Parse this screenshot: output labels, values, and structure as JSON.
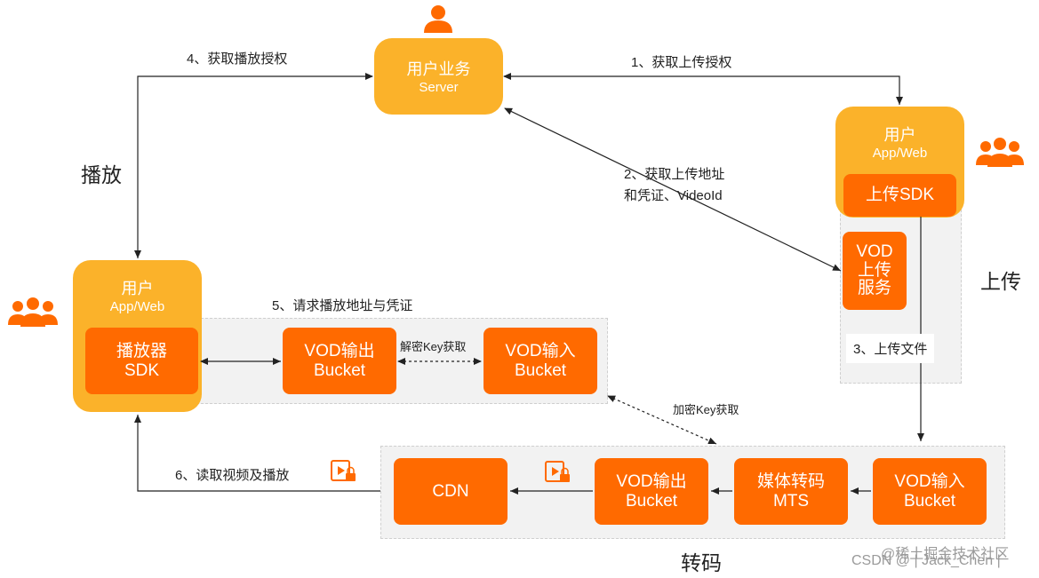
{
  "server": {
    "line1": "用户业务",
    "line2": "Server"
  },
  "uploader": {
    "line1": "用户",
    "line2": "App/Web",
    "sdk": "上传SDK"
  },
  "player_user": {
    "line1": "用户",
    "line2": "App/Web"
  },
  "vod_upload_service": {
    "line1": "VOD",
    "line2": "上传",
    "line3": "服务"
  },
  "player_sdk": {
    "line1": "播放器",
    "line2": "SDK"
  },
  "upper_vod_out": {
    "line1": "VOD输出",
    "line2": "Bucket"
  },
  "upper_vod_in": {
    "line1": "VOD输入",
    "line2": "Bucket"
  },
  "cdn": {
    "label": "CDN"
  },
  "lower_vod_out": {
    "line1": "VOD输出",
    "line2": "Bucket"
  },
  "mts": {
    "line1": "媒体转码",
    "line2": "MTS"
  },
  "lower_vod_in": {
    "line1": "VOD输入",
    "line2": "Bucket"
  },
  "steps": {
    "s1": "1、获取上传授权",
    "s2a": "2、获取上传地址",
    "s2b": "和凭证、VideoId",
    "s3": "3、上传文件",
    "s4": "4、获取播放授权",
    "s5": "5、请求播放地址与凭证",
    "s6": "6、读取视频及播放"
  },
  "labels": {
    "decrypt_key": "解密Key获取",
    "encrypt_key": "加密Key获取",
    "play": "播放",
    "upload": "上传",
    "transcode": "转码"
  },
  "watermarks": {
    "w1": "@稀土掘金技术社区",
    "w2": "CSDN @ | Jack_Chen |"
  },
  "colors": {
    "orange": "#ff6a00",
    "yellow": "#fbb22a",
    "arrow": "#222222",
    "region": "#f2f2f2"
  }
}
